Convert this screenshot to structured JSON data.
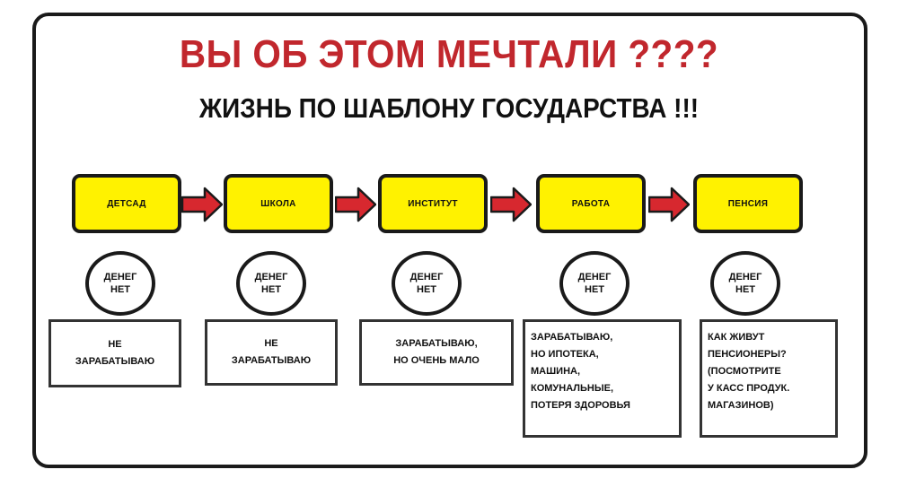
{
  "header": {
    "title": "ВЫ ОБ ЭТОМ МЕЧТАЛИ ????",
    "subtitle": "ЖИЗНЬ ПО ШАБЛОНУ ГОСУДАРСТВА !!!"
  },
  "stages": [
    {
      "label": "ДЕТСАД",
      "circle_line1": "ДЕНЕГ",
      "circle_line2": "НЕТ",
      "note_lines": [
        "НЕ",
        "ЗАРАБАТЫВАЮ"
      ]
    },
    {
      "label": "ШКОЛА",
      "circle_line1": "ДЕНЕГ",
      "circle_line2": "НЕТ",
      "note_lines": [
        "НЕ",
        "ЗАРАБАТЫВАЮ"
      ]
    },
    {
      "label": "ИНСТИТУТ",
      "circle_line1": "ДЕНЕГ",
      "circle_line2": "НЕТ",
      "note_lines": [
        "ЗАРАБАТЫВАЮ,",
        "НО ОЧЕНЬ МАЛО"
      ]
    },
    {
      "label": "РАБОТА",
      "circle_line1": "ДЕНЕГ",
      "circle_line2": "НЕТ",
      "note_lines": [
        "ЗАРАБАТЫВАЮ,",
        "НО ИПОТЕКА,",
        "МАШИНА,",
        "КОМУНАЛЬНЫЕ,",
        "ПОТЕРЯ ЗДОРОВЬЯ"
      ]
    },
    {
      "label": "ПЕНСИЯ",
      "circle_line1": "ДЕНЕГ",
      "circle_line2": "НЕТ",
      "note_lines": [
        "КАК ЖИВУТ",
        "ПЕНСИОНЕРЫ?",
        "(ПОСМОТРИТЕ",
        "У КАСС ПРОДУК.",
        "МАГАЗИНОВ)"
      ]
    }
  ],
  "colors": {
    "title": "#c1272d",
    "stage_fill": "#fff200",
    "arrow_fill": "#d7282f"
  }
}
